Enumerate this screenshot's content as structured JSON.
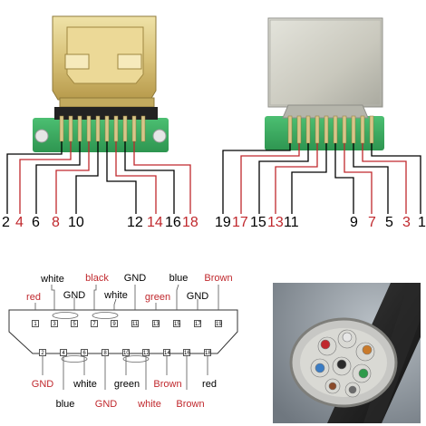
{
  "left_connector": {
    "pin_numbers": [
      {
        "text": "2",
        "color": "#000000"
      },
      {
        "text": "4",
        "color": "#c0282d"
      },
      {
        "text": "6",
        "color": "#000000"
      },
      {
        "text": "8",
        "color": "#c0282d"
      },
      {
        "text": "10",
        "color": "#000000"
      },
      {
        "text": "12",
        "color": "#000000"
      },
      {
        "text": "14",
        "color": "#c0282d"
      },
      {
        "text": "16",
        "color": "#000000"
      },
      {
        "text": "18",
        "color": "#c0282d"
      }
    ]
  },
  "right_connector": {
    "pin_numbers": [
      {
        "text": "19",
        "color": "#000000"
      },
      {
        "text": "17",
        "color": "#c0282d"
      },
      {
        "text": "15",
        "color": "#000000"
      },
      {
        "text": "13",
        "color": "#c0282d"
      },
      {
        "text": "11",
        "color": "#000000"
      },
      {
        "text": "9",
        "color": "#000000"
      },
      {
        "text": "7",
        "color": "#c0282d"
      },
      {
        "text": "5",
        "color": "#000000"
      },
      {
        "text": "3",
        "color": "#c0282d"
      },
      {
        "text": "1",
        "color": "#000000"
      }
    ]
  },
  "pinout": {
    "top_pins": [
      "1",
      "3",
      "5",
      "7",
      "9",
      "11",
      "13",
      "15",
      "17",
      "19"
    ],
    "bottom_pins": [
      "2",
      "4",
      "6",
      "8",
      "10",
      "12",
      "14",
      "16",
      "18"
    ],
    "top_labels": [
      {
        "text": "red",
        "color": "#c0282d"
      },
      {
        "text": "white",
        "color": "#000000"
      },
      {
        "text": "GND",
        "color": "#000000"
      },
      {
        "text": "black",
        "color": "#c0282d"
      },
      {
        "text": "white",
        "color": "#000000"
      },
      {
        "text": "GND",
        "color": "#000000"
      },
      {
        "text": "green",
        "color": "#c0282d"
      },
      {
        "text": "blue",
        "color": "#000000"
      },
      {
        "text": "GND",
        "color": "#000000"
      },
      {
        "text": "Brown",
        "color": "#c0282d"
      }
    ],
    "bottom_labels": [
      {
        "text": "GND",
        "color": "#c0282d"
      },
      {
        "text": "blue",
        "color": "#000000"
      },
      {
        "text": "white",
        "color": "#000000"
      },
      {
        "text": "GND",
        "color": "#c0282d"
      },
      {
        "text": "green",
        "color": "#000000"
      },
      {
        "text": "white",
        "color": "#c0282d"
      },
      {
        "text": "Brown",
        "color": "#c0282d"
      },
      {
        "text": "red",
        "color": "#000000"
      }
    ]
  },
  "colors": {
    "red": "#c0282d",
    "black": "#000000",
    "pcb_green": "#3aa860",
    "gold": "#d8c37a",
    "metal": "#c9ccc9"
  }
}
